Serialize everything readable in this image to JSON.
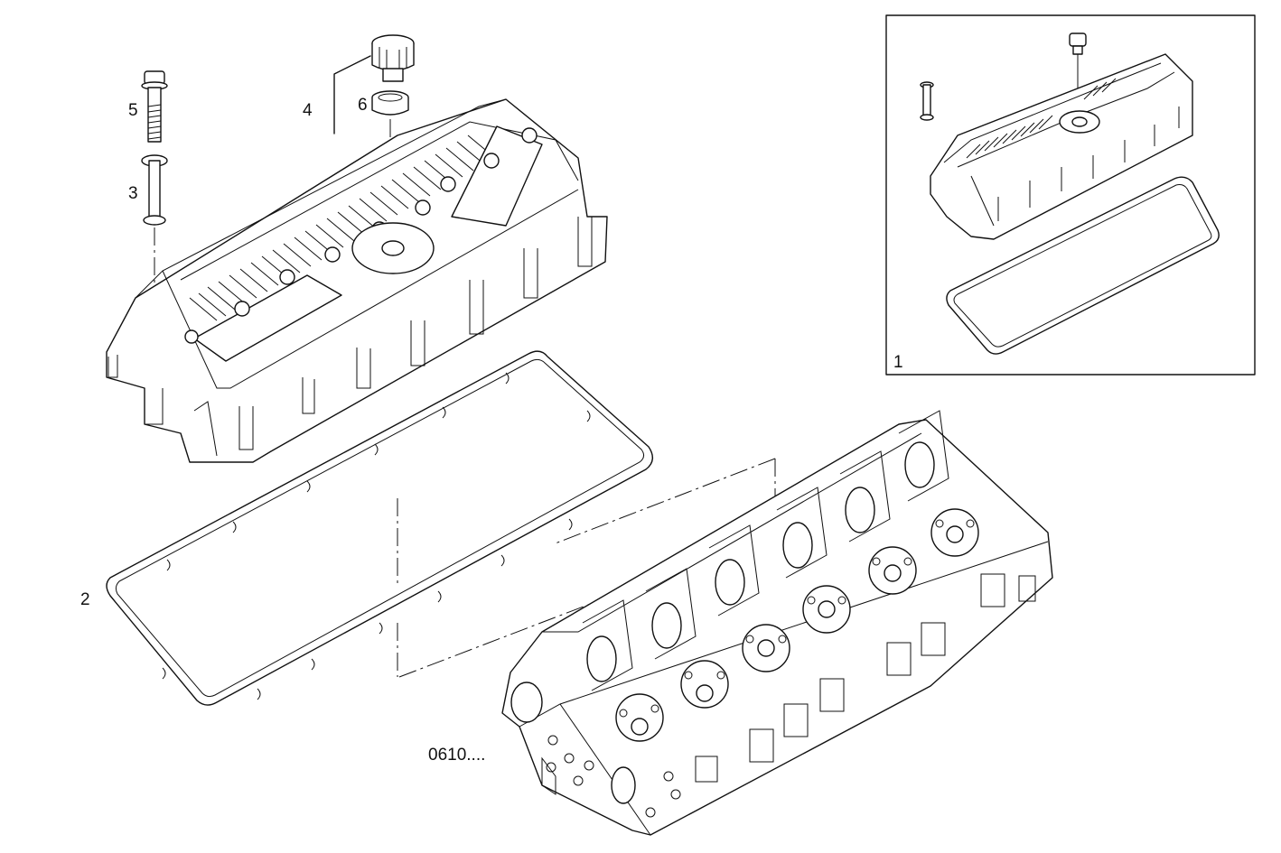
{
  "callouts": {
    "c1": "1",
    "c2": "2",
    "c3": "3",
    "c4": "4",
    "c5": "5",
    "c6": "6",
    "ref": "0610...."
  }
}
